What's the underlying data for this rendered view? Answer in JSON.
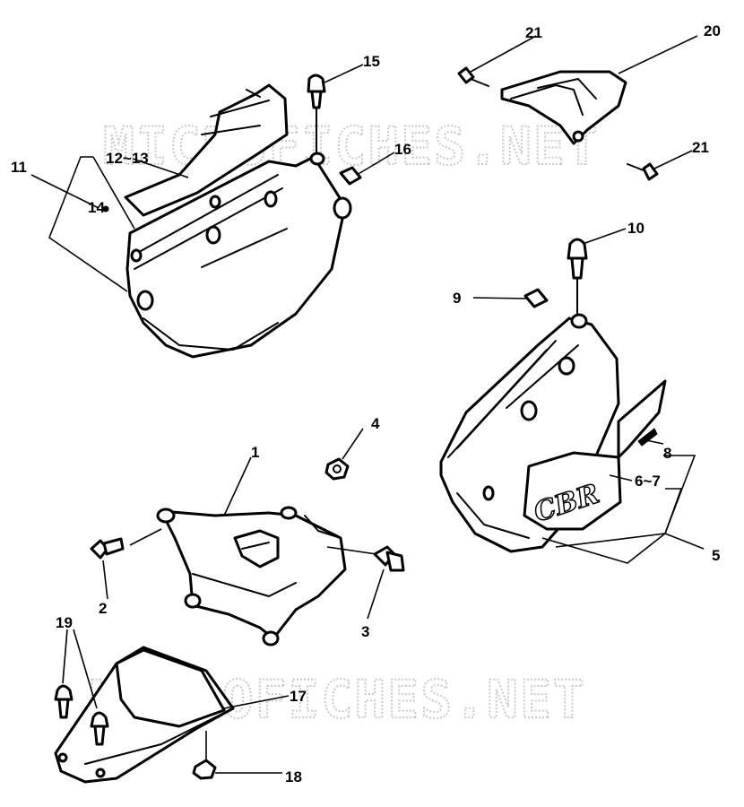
{
  "watermark": "MICROFICHES.NET",
  "decal_text": "CBR",
  "callouts": [
    {
      "id": "c1",
      "text": "1"
    },
    {
      "id": "c2",
      "text": "2"
    },
    {
      "id": "c3",
      "text": "3"
    },
    {
      "id": "c4",
      "text": "4"
    },
    {
      "id": "c5",
      "text": "5"
    },
    {
      "id": "c6",
      "text": "6~7"
    },
    {
      "id": "c8",
      "text": "8"
    },
    {
      "id": "c9",
      "text": "9"
    },
    {
      "id": "c10",
      "text": "10"
    },
    {
      "id": "c11",
      "text": "11"
    },
    {
      "id": "c12",
      "text": "12~13"
    },
    {
      "id": "c14",
      "text": "14"
    },
    {
      "id": "c15",
      "text": "15"
    },
    {
      "id": "c16",
      "text": "16"
    },
    {
      "id": "c17",
      "text": "17"
    },
    {
      "id": "c18",
      "text": "18"
    },
    {
      "id": "c19",
      "text": "19"
    },
    {
      "id": "c20",
      "text": "20"
    },
    {
      "id": "c21a",
      "text": "21"
    },
    {
      "id": "c21b",
      "text": "21"
    }
  ]
}
